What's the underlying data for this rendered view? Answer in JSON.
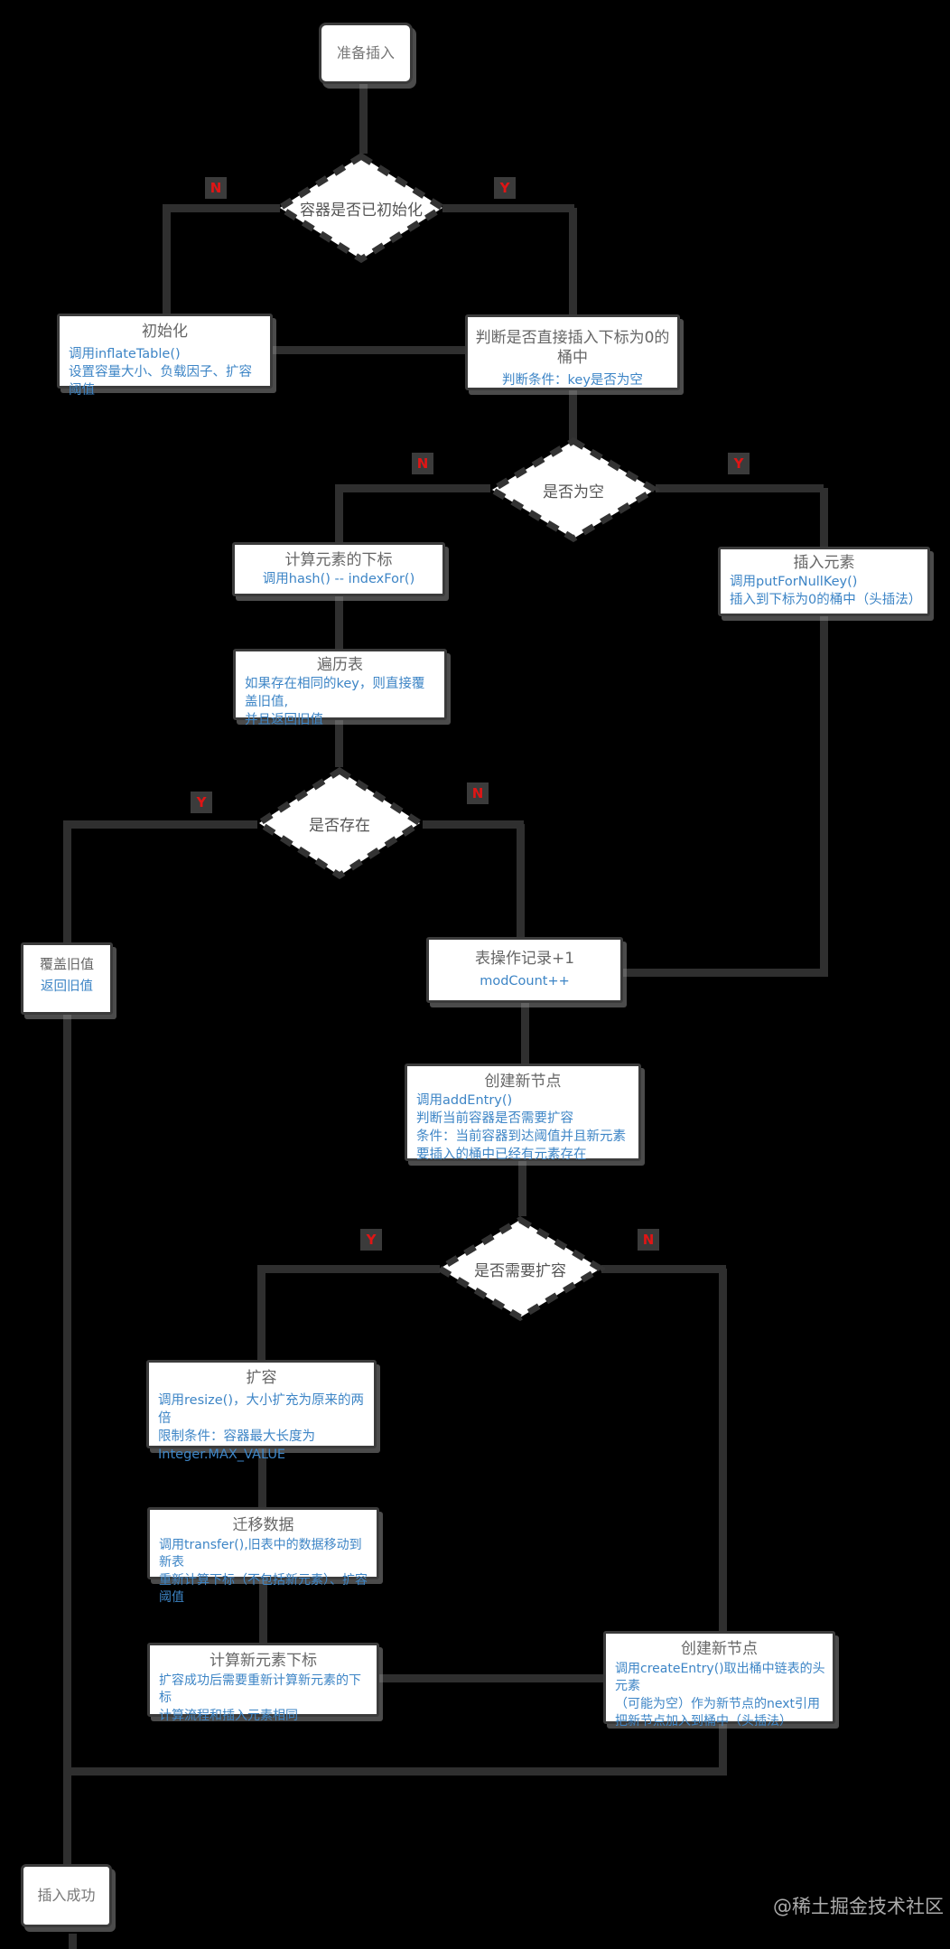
{
  "colors": {
    "background": "#000000",
    "line": "#2f2f2f",
    "box_border": "#3b3b3b",
    "box_fill": "#ffffff",
    "title_text": "#666666",
    "detail_text": "#3d85c6",
    "branch_label": "#e01515",
    "watermark": "#c9c9c9"
  },
  "branch_labels": {
    "yes": "Y",
    "no": "N"
  },
  "watermark": "@稀土掘金技术社区",
  "nodes": {
    "start": {
      "title": "准备插入"
    },
    "d_init": {
      "title": "容器是否已初始化"
    },
    "init": {
      "title": "初始化",
      "lines": {
        "0": "调用inflateTable()",
        "1": "设置容量大小、负载因子、扩容阈值"
      }
    },
    "judge_zero": {
      "title": "判断是否直接插入下标为0的桶中",
      "lines": {
        "0": "判断条件：key是否为空"
      }
    },
    "d_empty": {
      "title": "是否为空"
    },
    "calc_index": {
      "title": "计算元素的下标",
      "lines": {
        "0": "调用hash() -- indexFor()"
      }
    },
    "insert_elem": {
      "title": "插入元素",
      "lines": {
        "0": "调用putForNullKey()",
        "1": "插入到下标为0的桶中（头插法）"
      }
    },
    "traverse": {
      "title": "遍历表",
      "lines": {
        "0": "如果存在相同的key，则直接覆盖旧值,",
        "1": "并且返回旧值"
      }
    },
    "d_exist": {
      "title": "是否存在"
    },
    "override": {
      "title": "覆盖旧值",
      "lines": {
        "0": "返回旧值"
      }
    },
    "modcount": {
      "title": "表操作记录+1",
      "lines": {
        "0": "modCount++"
      }
    },
    "add_entry": {
      "title": "创建新节点",
      "lines": {
        "0": "调用addEntry()",
        "1": "判断当前容器是否需要扩容",
        "2": "条件：当前容器到达阈值并且新元素要插入的桶中已经有元素存在"
      }
    },
    "d_resize": {
      "title": "是否需要扩容"
    },
    "resize": {
      "title": "扩容",
      "lines": {
        "0": "调用resize()，大小扩充为原来的两倍",
        "1": "限制条件：容器最大长度为",
        "2": "Integer.MAX_VALUE"
      }
    },
    "transfer": {
      "title": "迁移数据",
      "lines": {
        "0": "调用transfer(),旧表中的数据移动到新表",
        "1": "重新计算下标（不包括新元素）、扩容阈值"
      }
    },
    "calc_new_index": {
      "title": "计算新元素下标",
      "lines": {
        "0": "扩容成功后需要重新计算新元素的下标",
        "1": "计算流程和插入元素相同"
      }
    },
    "create_entry": {
      "title": "创建新节点",
      "lines": {
        "0": "调用createEntry()取出桶中链表的头元素",
        "1": "（可能为空）作为新节点的next引用",
        "2": "把新节点加入到桶中（头插法）"
      }
    },
    "end": {
      "title": "插入成功"
    }
  }
}
